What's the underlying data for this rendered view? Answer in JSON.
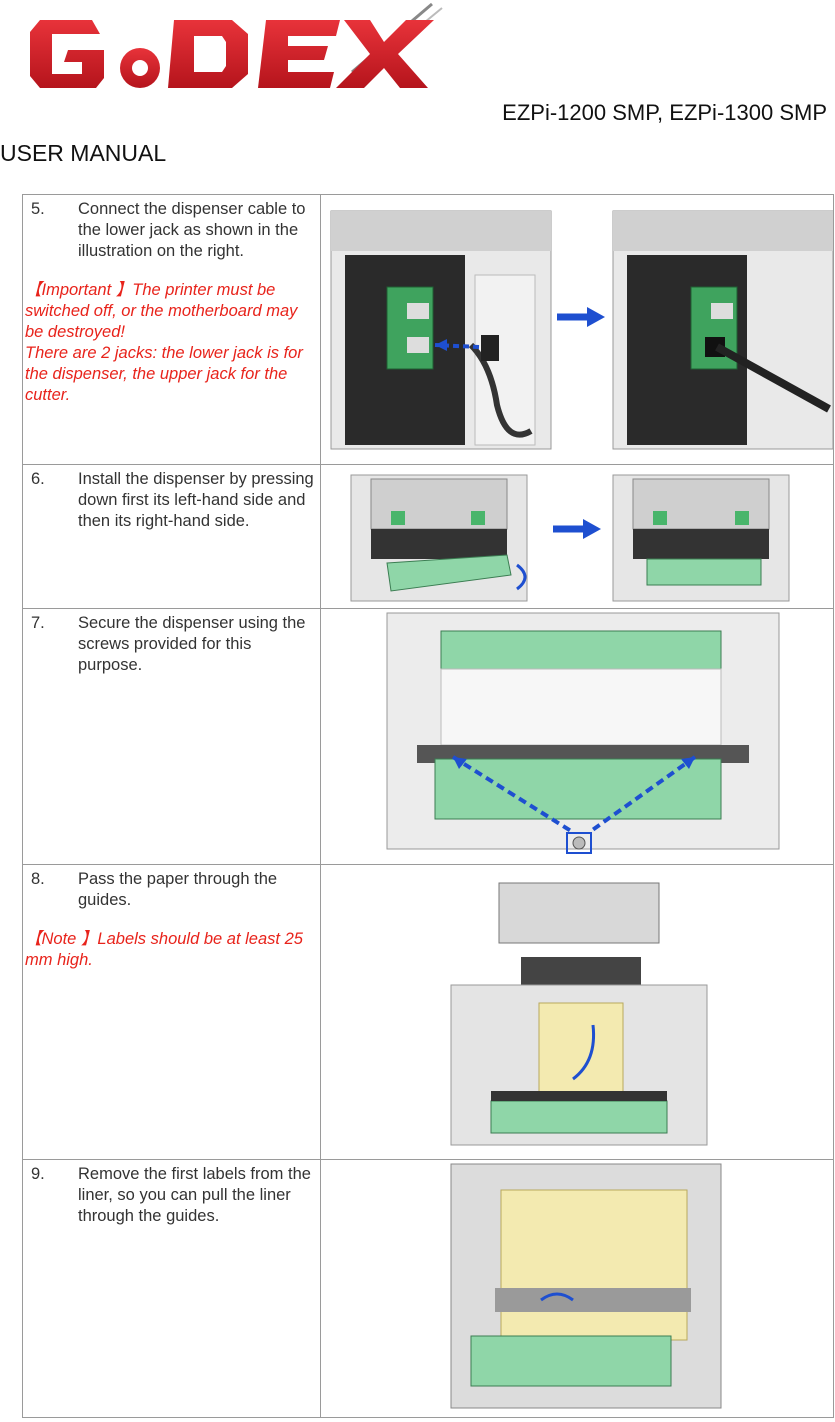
{
  "header": {
    "logo_text": "GoDEX",
    "model": "EZPi-1200 SMP, EZPi-1300 SMP",
    "manual_label": "USER MANUAL"
  },
  "colors": {
    "logo_red": "#d4212a",
    "note_red": "#e8231b",
    "arrow_blue": "#1e4fd0",
    "part_green": "#8fd6a8"
  },
  "steps": [
    {
      "num": "5.",
      "text": "Connect the dispenser cable to the lower jack as shown in the illustration on the right.",
      "note": "【Important 】The printer must be switched off, or the motherboard may be destroyed!\nThere are 2 jacks: the lower jack is for the dispenser, the upper jack for the cutter."
    },
    {
      "num": "6.",
      "text": "Install the dispenser by pressing down first its left-hand side and then its right-hand side.",
      "note": ""
    },
    {
      "num": "7.",
      "text": "Secure the dispenser using the screws provided for this purpose.",
      "note": ""
    },
    {
      "num": "8.",
      "text": "Pass the paper through the guides.",
      "note": "【Note 】Labels should be at least 25 mm high."
    },
    {
      "num": "9.",
      "text": "Remove the first labels from the liner, so you can pull the liner through the guides.",
      "note": ""
    }
  ]
}
